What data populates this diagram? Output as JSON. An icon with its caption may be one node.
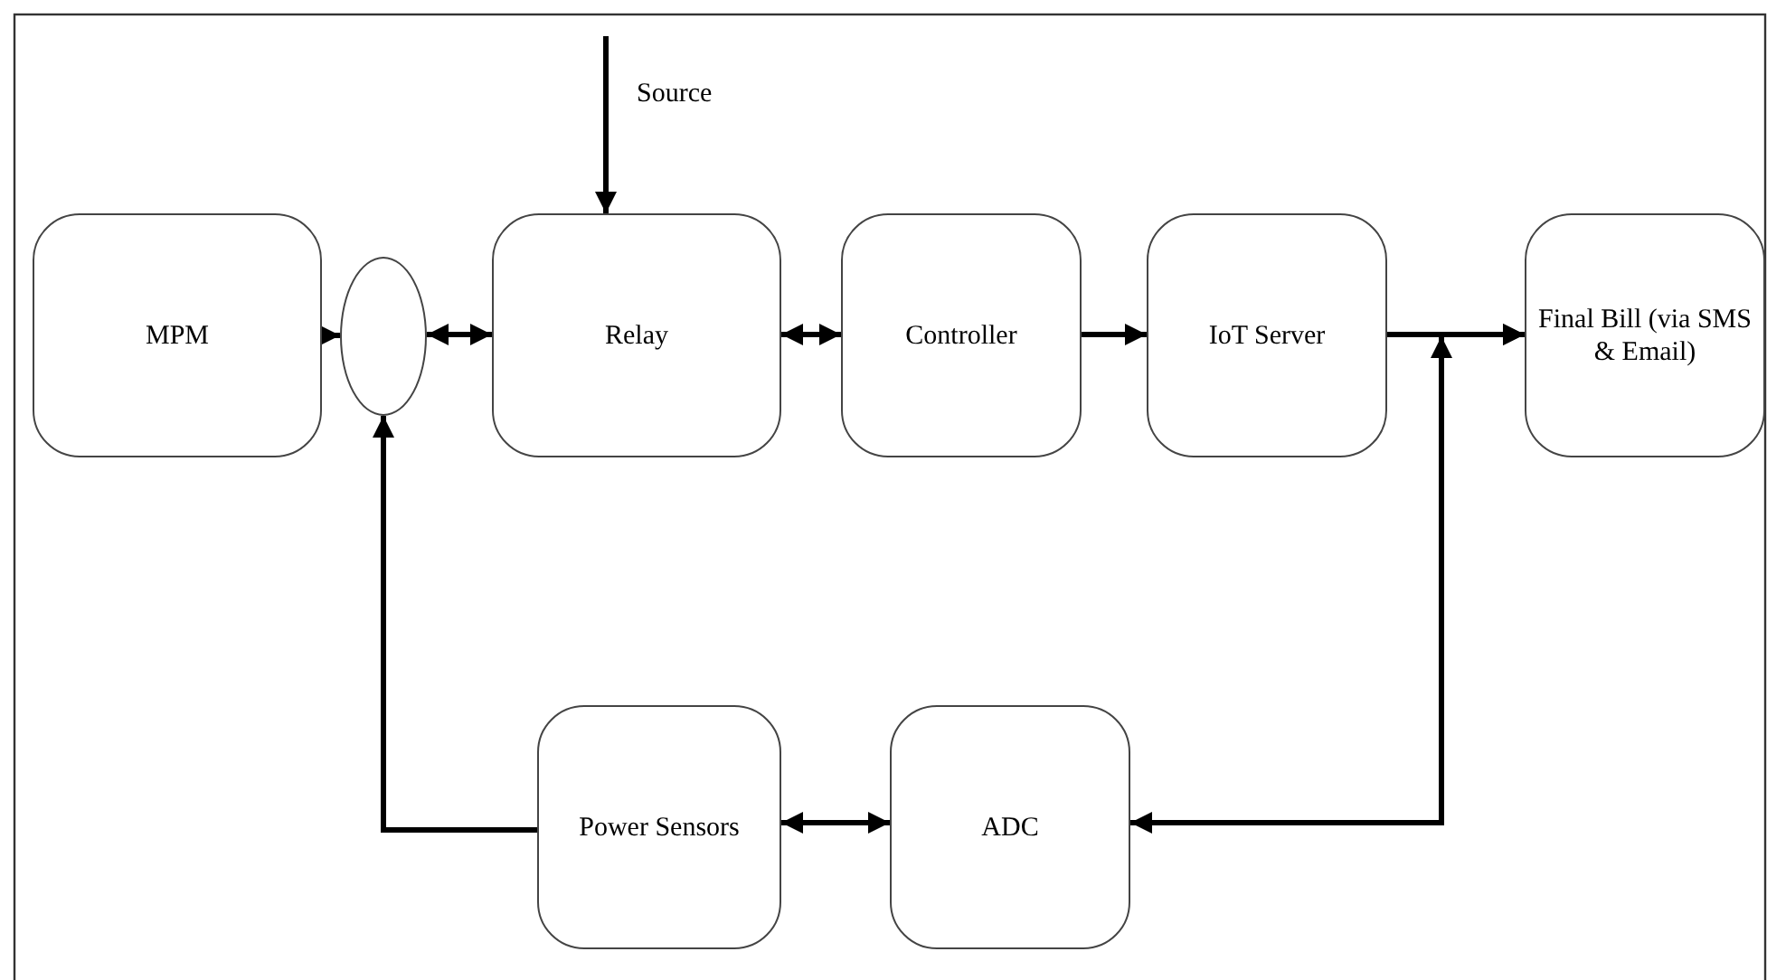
{
  "diagram": {
    "nodes": [
      {
        "text": [
          "MPM"
        ]
      },
      {
        "text": [],
        "shape": "circle"
      },
      {
        "text": [
          "Relay"
        ]
      },
      {
        "text": [
          "Controller"
        ]
      },
      {
        "text": [
          "IoT Server"
        ]
      },
      {
        "text": [
          "Final Bill (via SMS & Email)"
        ]
      },
      {
        "text": [
          "Power Sensors"
        ]
      },
      {
        "text": [
          "ADC"
        ]
      }
    ],
    "edges": [
      {
        "from": 0,
        "to": 1,
        "arrow": "to"
      },
      {
        "from": 1,
        "to": 2,
        "arrow": "both"
      },
      {
        "from": 2,
        "to": 3,
        "arrow": "both"
      },
      {
        "from": 3,
        "to": 4,
        "arrow": "to"
      },
      {
        "from": 4,
        "to": 5,
        "arrow": "to"
      },
      {
        "from": 7,
        "to": 5,
        "arrow": "both"
      },
      {
        "from": 6,
        "to": 7,
        "arrow": "both"
      },
      {
        "from": 6,
        "to": 1,
        "arrow": "to"
      },
      {
        "from": null,
        "to": 2,
        "arrow": "to"
      }
    ],
    "labels": [
      "Source"
    ]
  }
}
